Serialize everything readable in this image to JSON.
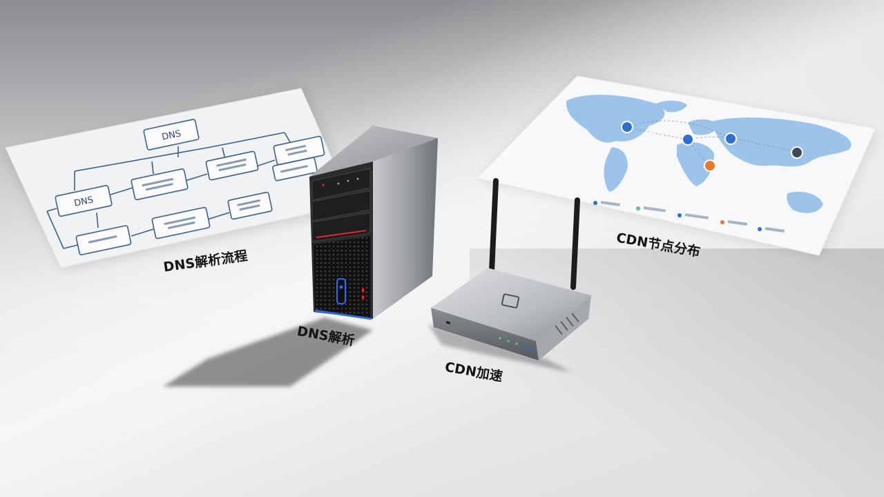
{
  "captions": {
    "dns_flow": "DNS解析流程",
    "dns_server": "DNS解析",
    "cdn_router": "CDN加速",
    "cdn_map": "CDN节点分布"
  },
  "flowchart": {
    "node_dns_top": "DNS",
    "node_dns_left": "DNS"
  },
  "colors": {
    "flow_line": "#3a5f8f",
    "map_land": "#9cc3ea",
    "node_blue": "#2f6fcf",
    "node_orange": "#e8782a",
    "node_dark": "#3b4a5a",
    "led_blue": "#2b6bff",
    "led_red": "#e02a2a"
  }
}
